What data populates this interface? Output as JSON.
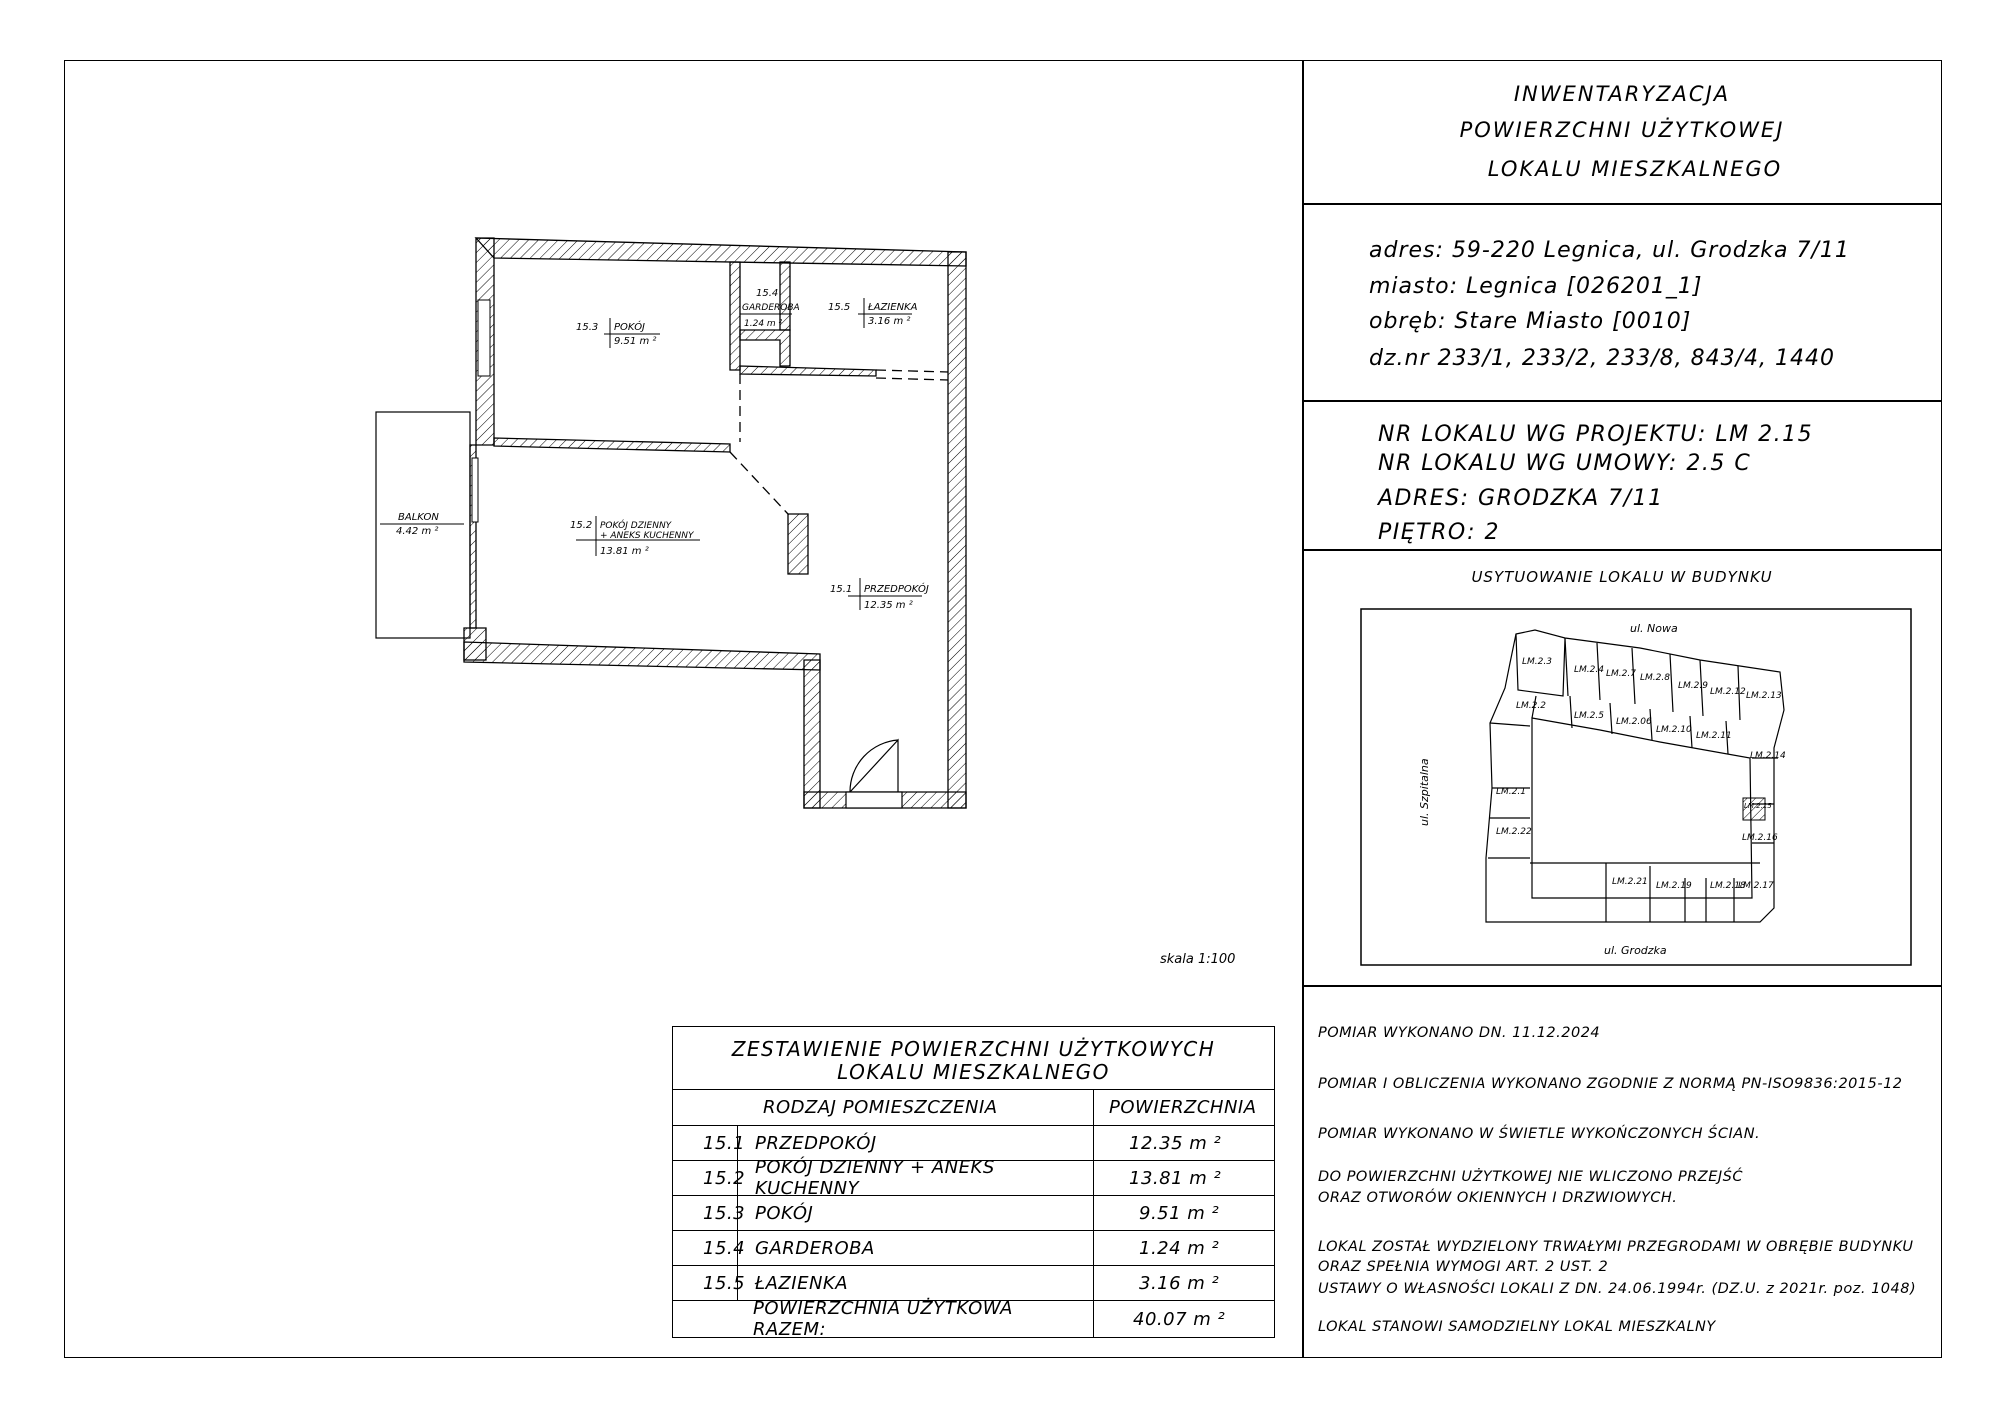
{
  "title_block": {
    "lines": [
      "INWENTARYZACJA",
      "POWIERZCHNI UŻYTKOWEJ",
      "LOKALU MIESZKALNEGO"
    ]
  },
  "address_block": {
    "adres": "adres: 59-220  Legnica, ul. Grodzka 7/11",
    "miasto": "miasto: Legnica [026201_1]",
    "obreb": "obręb: Stare Miasto [0010]",
    "dzialki": "dz.nr  233/1, 233/2, 233/8, 843/4, 1440"
  },
  "unit_block": {
    "nr_projekt": "NR  LOKALU  WG  PROJEKTU: LM  2.15",
    "nr_umowa": "NR  LOKALU  WG  UMOWY: 2.5  C",
    "adres": "ADRES: GRODZKA  7/11",
    "pietro": "PIĘTRO: 2"
  },
  "location_plan": {
    "heading": "USYTUOWANIE  LOKALU  W  BUDYNKU",
    "street_top": "ul. Nowa",
    "street_left": "ul. Szpitalna",
    "street_bottom": "ul. Grodzka",
    "units": [
      "LM.2.3",
      "LM.2.4",
      "LM.2.7",
      "LM.2.8",
      "LM.2.9",
      "LM.2.12",
      "LM.2.13",
      "LM.2.2",
      "LM.2.5",
      "LM.2.06",
      "LM.2.10",
      "LM.2.11",
      "LM.2.14",
      "LM.2.1",
      "LM.2.15",
      "LM.2.22",
      "LM.2.16",
      "LM.2.21",
      "LM.2.19",
      "LM.2.18",
      "LM.2.17"
    ]
  },
  "notes": [
    "POMIAR  WYKONANO  DN. 11.12.2024",
    "POMIAR  I OBLICZENIA  WYKONANO  ZGODNIE  Z  NORMĄ  PN-ISO9836:2015-12",
    "POMIAR  WYKONANO  W  ŚWIETLE  WYKOŃCZONYCH  ŚCIAN.",
    "DO  POWIERZCHNI UŻYTKOWEJ  NIE  WLICZONO  PRZEJŚĆ",
    "ORAZ  OTWORÓW  OKIENNYCH  I DRZWIOWYCH.",
    "LOKAL  ZOSTAŁ  WYDZIELONY  TRWAŁYMI PRZEGRODAMI W  OBRĘBIE  BUDYNKU",
    "ORAZ  SPEŁNIA  WYMOGI ART. 2  UST. 2",
    "USTAWY  O  WŁASNOŚCI LOKALI Z  DN. 24.06.1994r. (DZ.U. z  2021r. poz. 1048)",
    "LOKAL  STANOWI SAMODZIELNY  LOKAL  MIESZKALNY"
  ],
  "floor_plan": {
    "scale": "skala 1:100",
    "rooms": [
      {
        "nr": "15.1",
        "name": "PRZEDPOKÓJ",
        "area": "12.35 m ²"
      },
      {
        "nr": "15.2",
        "name": "POKÓJ DZIENNY",
        "name2": "+ ANEKS  KUCHENNY",
        "area": "13.81  m ²"
      },
      {
        "nr": "15.3",
        "name": "POKÓJ",
        "area": "9.51  m ²"
      },
      {
        "nr": "15.4",
        "name": "GARDEROBA",
        "area": "1.24  m ²"
      },
      {
        "nr": "15.5",
        "name": "ŁAZIENKA",
        "area": "3.16  m ²"
      }
    ],
    "balcony": {
      "name": "BALKON",
      "area": "4.42  m ²"
    }
  },
  "area_table": {
    "title_line1": "ZESTAWIENIE  POWIERZCHNI UŻYTKOWYCH",
    "title_line2": "LOKALU  MIESZKALNEGO",
    "col_room": "RODZAJ  POMIESZCZENIA",
    "col_area": "POWIERZCHNIA",
    "rows": [
      {
        "nr": "15.1",
        "name": "PRZEDPOKÓJ",
        "area": "12.35  m ²"
      },
      {
        "nr": "15.2",
        "name": "POKÓJ  DZIENNY  +  ANEKS  KUCHENNY",
        "area": "13.81   m ²"
      },
      {
        "nr": "15.3",
        "name": "POKÓJ",
        "area": "9.51  m ²"
      },
      {
        "nr": "15.4",
        "name": "GARDEROBA",
        "area": "1.24  m ²"
      },
      {
        "nr": "15.5",
        "name": "ŁAZIENKA",
        "area": "3.16  m ²"
      }
    ],
    "total_label": "POWIERZCHNIA  UŻYTKOWA  RAZEM:",
    "total_value": "40.07  m ²"
  }
}
